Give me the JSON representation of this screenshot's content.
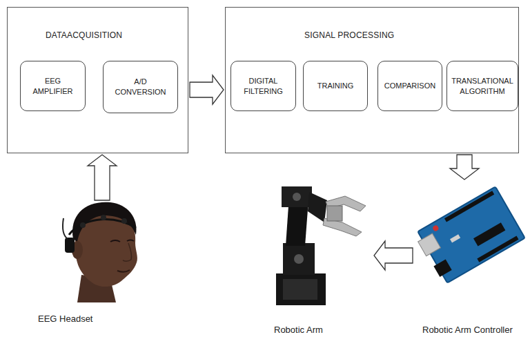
{
  "diagram": {
    "nodes": [
      {
        "text": [
          "DATAACQUISITION"
        ]
      },
      {
        "text": [
          "EEG AMPLIFIER"
        ],
        "in": 0
      },
      {
        "text": [
          "A/D CONVERSION"
        ],
        "in": 0
      },
      {
        "text": [
          "SIGNAL PROCESSING"
        ]
      },
      {
        "text": [
          "DIGITAL FILTERING"
        ],
        "in": 3
      },
      {
        "text": [
          "TRAINING"
        ],
        "in": 3
      },
      {
        "text": [
          "COMPARISON"
        ],
        "in": 3
      },
      {
        "text": [
          "TRANSLATIONAL ALGORITHM"
        ],
        "in": 3
      },
      {
        "text": [
          "EEG Headset"
        ]
      },
      {
        "text": [
          "Robotic Arm"
        ]
      },
      {
        "text": [
          "Robotic Arm Controller"
        ]
      }
    ],
    "edges": [
      {
        "from": 0,
        "to": 3,
        "arrow": "to"
      },
      {
        "from": 8,
        "to": 0,
        "arrow": "to"
      },
      {
        "from": 3,
        "to": 10,
        "arrow": "to"
      },
      {
        "from": 10,
        "to": 9,
        "arrow": "to"
      }
    ]
  }
}
